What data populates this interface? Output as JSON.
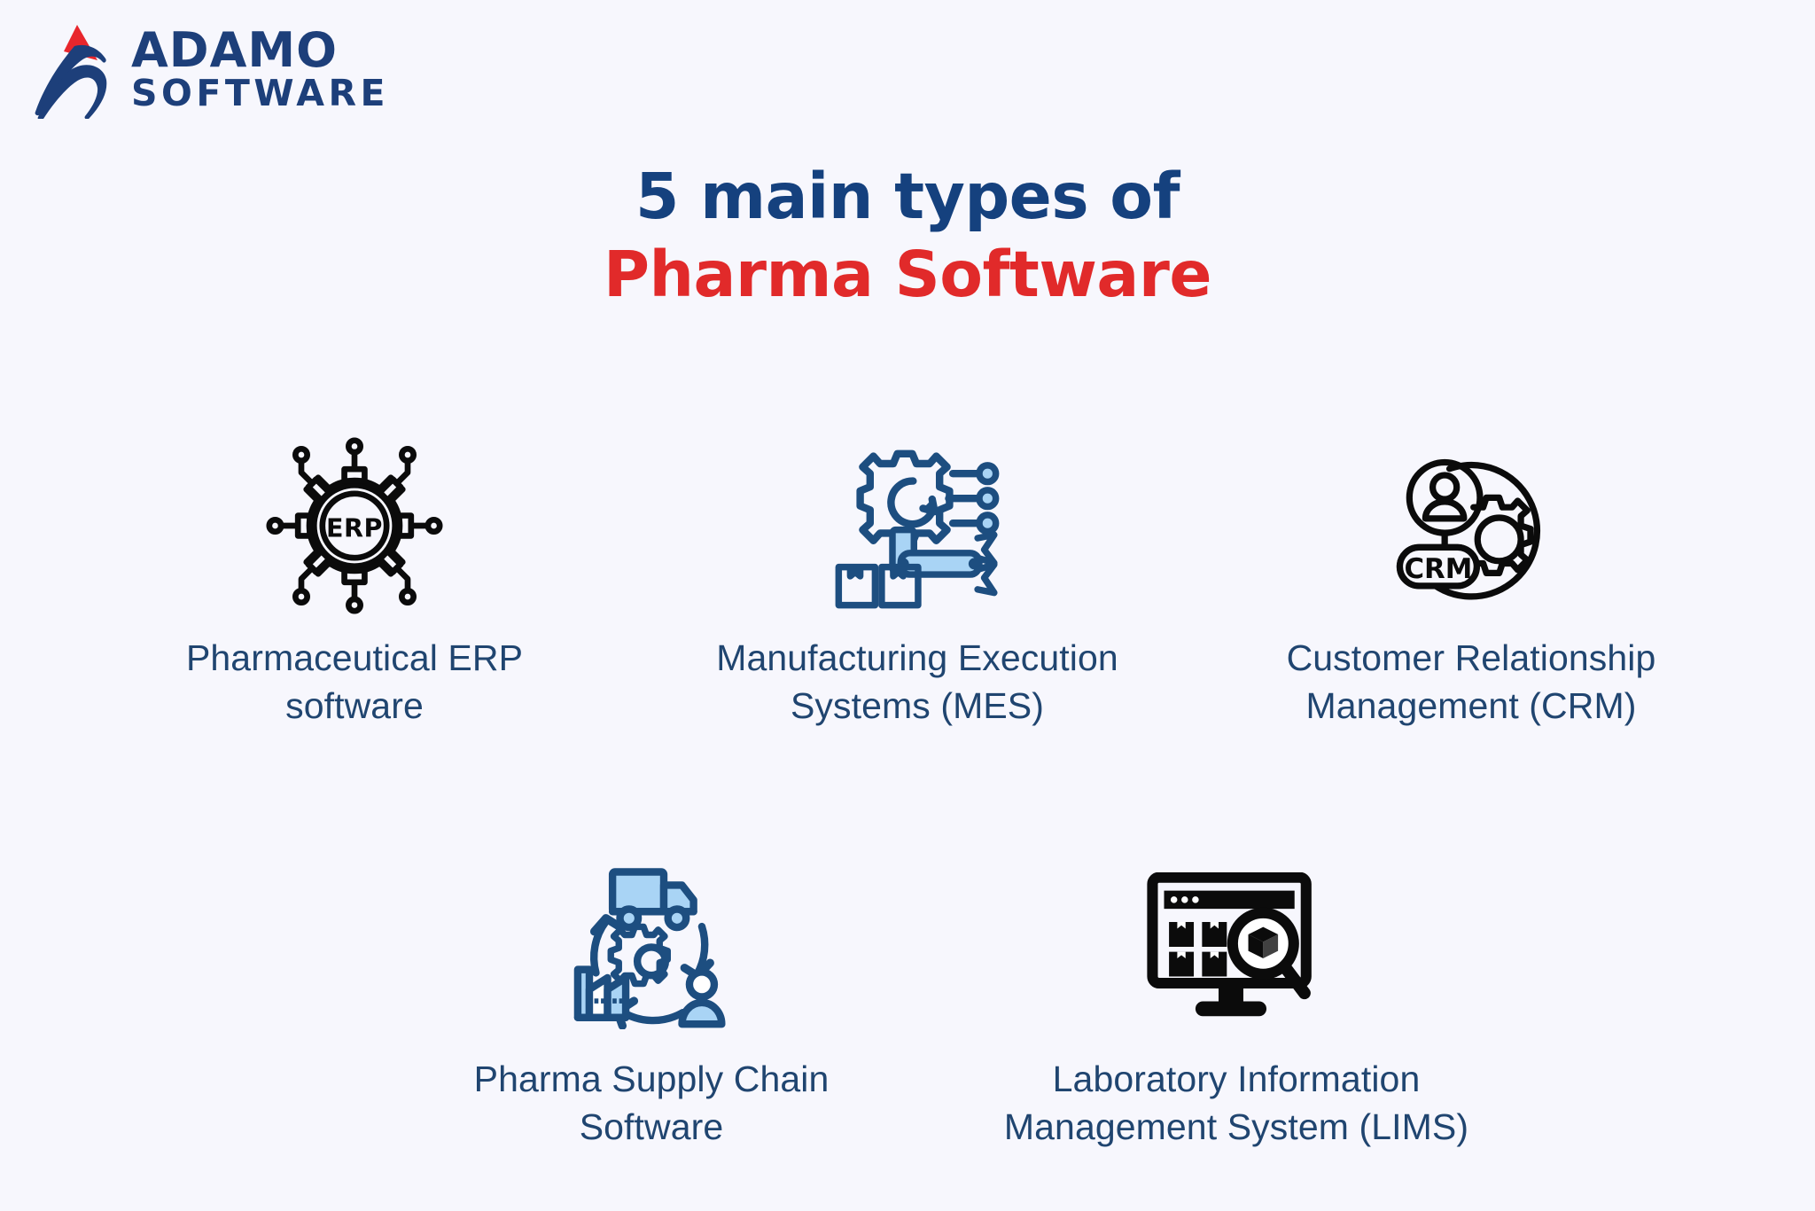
{
  "brand": {
    "name_line1": "ADAMO",
    "name_line2": "SOFTWARE",
    "logo_icon": "adamo-swoosh-logo",
    "navy": "#1d3f7a",
    "red": "#e12a2a"
  },
  "background_color": "#f7f7fd",
  "heading": {
    "line1": "5 main types of",
    "line2": "Pharma Software",
    "line1_color": "#15417e",
    "line2_color": "#e12a2a"
  },
  "label_color": "#204570",
  "items": [
    {
      "id": "erp",
      "label": "Pharmaceutical ERP software",
      "label_line1": "Pharmaceutical ERP",
      "label_line2": "software",
      "icon": "erp-gear-network-icon",
      "icon_badge": "ERP",
      "icon_style": "black-outline"
    },
    {
      "id": "mes",
      "label": "Manufacturing Execution Systems (MES)",
      "label_line1": "Manufacturing Execution",
      "label_line2": "Systems (MES)",
      "icon": "mes-robot-arm-gear-icon",
      "icon_style": "blue-duotone"
    },
    {
      "id": "crm",
      "label": "Customer Relationship Management (CRM)",
      "label_line1": "Customer Relationship",
      "label_line2": "Management (CRM)",
      "icon": "crm-person-gear-cycle-icon",
      "icon_badge": "CRM",
      "icon_style": "black-outline"
    },
    {
      "id": "supply-chain",
      "label": "Pharma Supply Chain Software",
      "label_line1": "Pharma Supply Chain",
      "label_line2": "Software",
      "icon": "supply-chain-truck-factory-cycle-icon",
      "icon_style": "blue-duotone"
    },
    {
      "id": "lims",
      "label": "Laboratory Information Management System (LIMS)",
      "label_line1": "Laboratory Information",
      "label_line2": "Management System (LIMS)",
      "icon": "lims-monitor-magnifier-icon",
      "icon_style": "black-solid"
    }
  ]
}
